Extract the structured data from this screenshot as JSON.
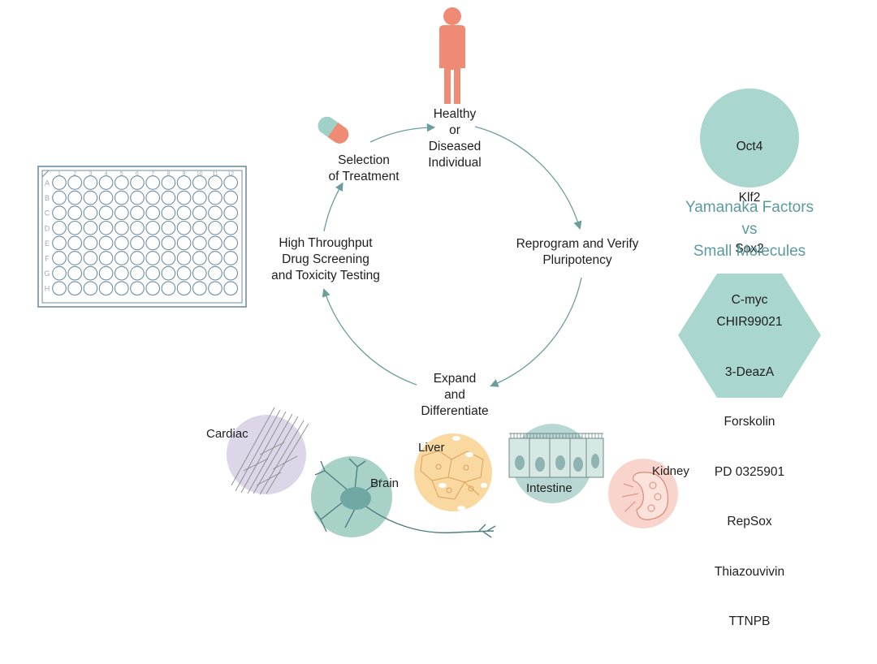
{
  "cycle": {
    "step_top": "Healthy\nor\nDiseased\nIndividual",
    "step_right": "Reprogram and Verify\nPluripotency",
    "step_bottom": "Expand\nand\nDifferentiate",
    "step_left": "High Throughput\nDrug Screening\nand Toxicity Testing",
    "step_topleft": "Selection\nof Treatment"
  },
  "yamanaka": {
    "factors": [
      "Oct4",
      "Klf2",
      "Sox2",
      "C-myc"
    ],
    "heading": "Yamanaka Factors\nvs\nSmall Molecules",
    "small_molecules": [
      "CHIR99021",
      "3-DeazA",
      "Forskolin",
      "PD 0325901",
      "RepSox",
      "Thiazouvivin",
      "TTNPB"
    ]
  },
  "plate": {
    "columns": [
      "1",
      "2",
      "3",
      "4",
      "5",
      "6",
      "7",
      "8",
      "9",
      "10",
      "11",
      "12"
    ],
    "rows": [
      "A",
      "B",
      "C",
      "D",
      "E",
      "F",
      "G",
      "H"
    ]
  },
  "organs": {
    "cardiac": "Cardiac",
    "brain": "Brain",
    "liver": "Liver",
    "intestine": "Intestine",
    "kidney": "Kidney"
  },
  "colors": {
    "teal": "#a9d6cf",
    "teal_dark": "#4f8f8c",
    "arrow": "#6c9d9d",
    "salmon": "#ef8a74",
    "heading_text": "#5b9a9e",
    "cardiac_bg": "#ddd5e8",
    "liver_bg": "#f9d9a0",
    "intestine_bg": "#b8d7d2",
    "kidney_bg": "#f9d4cc",
    "plate_line": "#6f8da0"
  }
}
